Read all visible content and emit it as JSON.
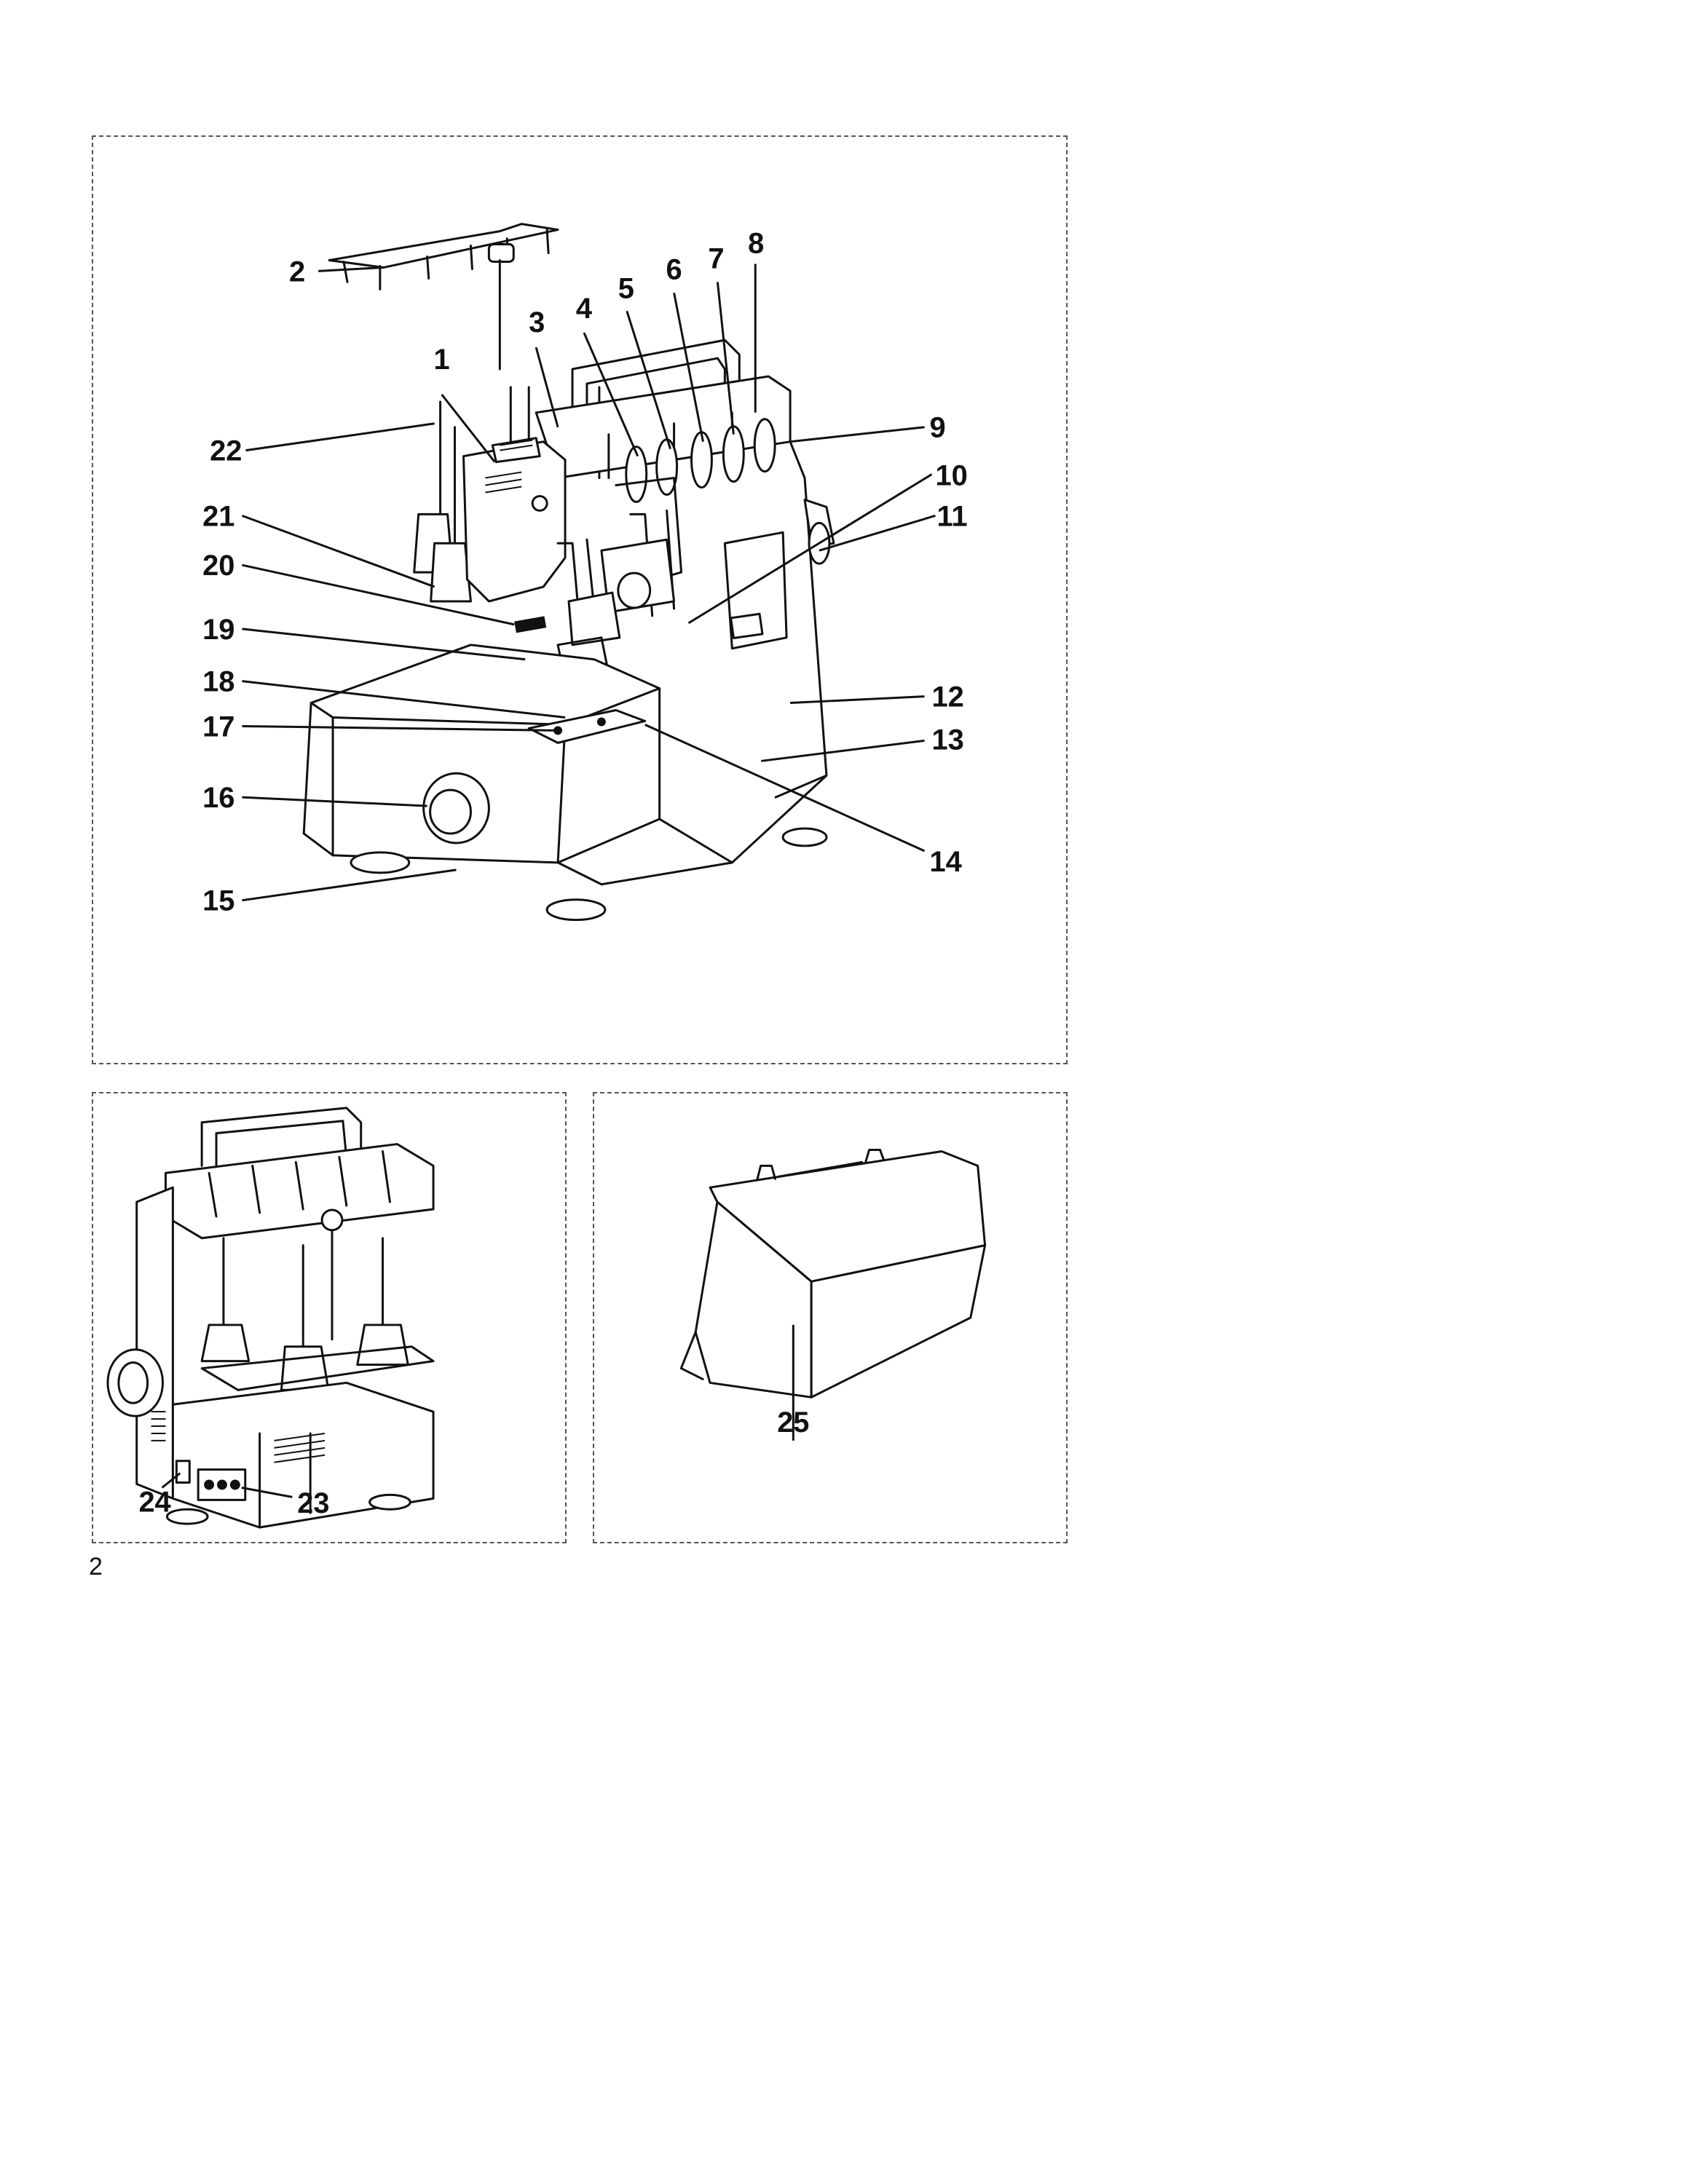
{
  "figures": {
    "main": {
      "labels": [
        "1",
        "2",
        "3",
        "4",
        "5",
        "6",
        "7",
        "8",
        "9",
        "10",
        "11",
        "12",
        "13",
        "14",
        "15",
        "16",
        "17",
        "18",
        "19",
        "20",
        "21",
        "22"
      ]
    },
    "rear": {
      "labels": [
        "23",
        "24"
      ]
    },
    "cover": {
      "labels": [
        "25"
      ]
    }
  },
  "page_number": "2"
}
